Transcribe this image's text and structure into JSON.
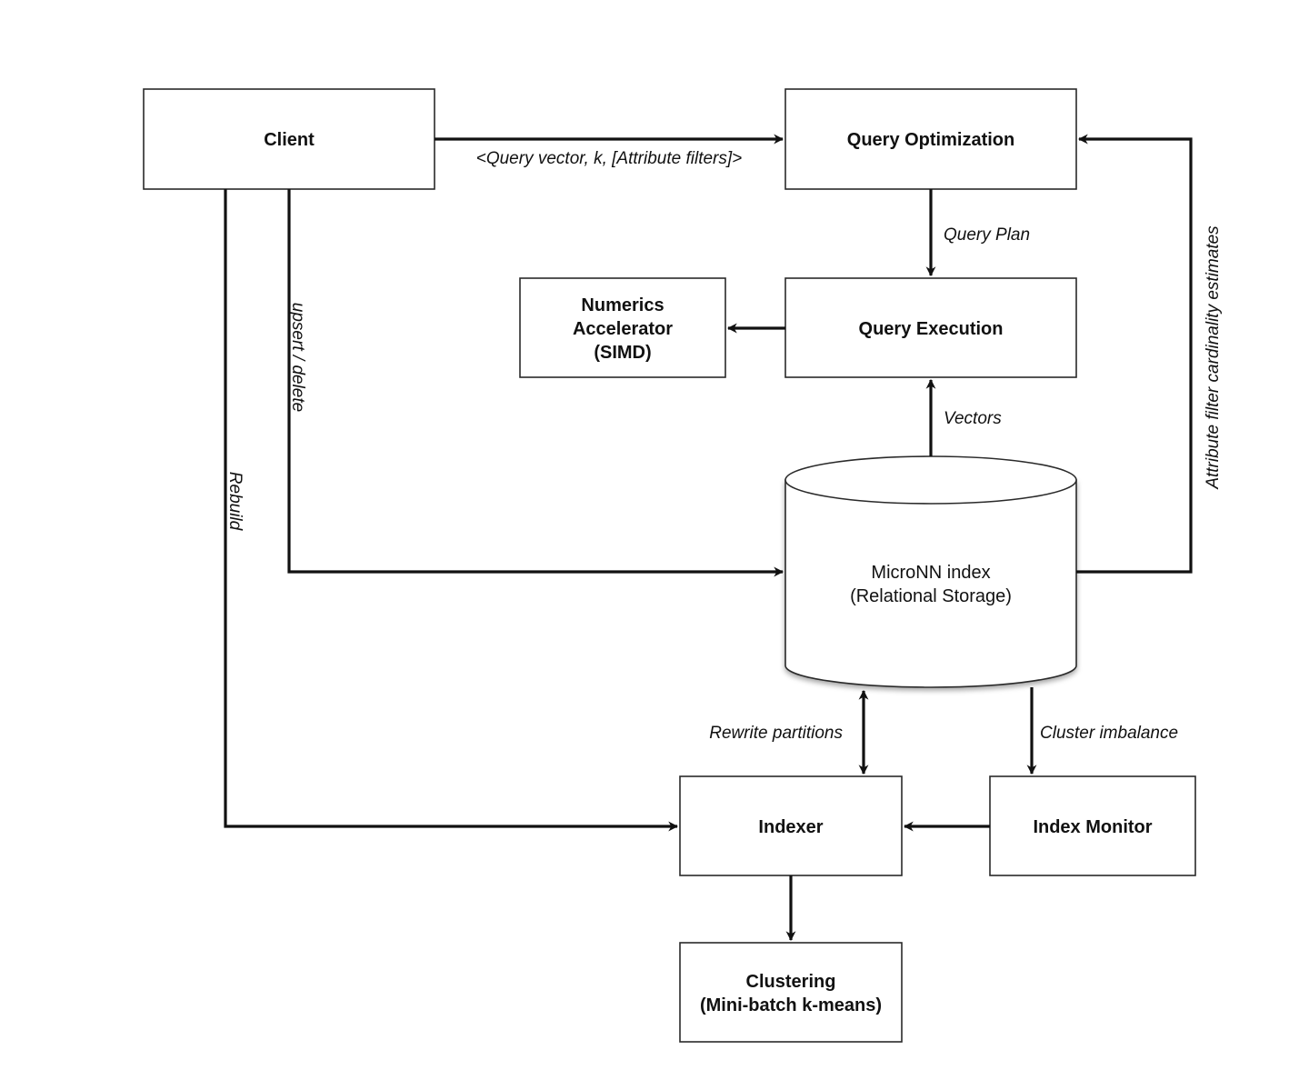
{
  "nodes": {
    "client": "Client",
    "query_optimization": "Query Optimization",
    "query_execution": "Query Execution",
    "numerics_accelerator": [
      "Numerics",
      "Accelerator",
      "(SIMD)"
    ],
    "micronn_index": [
      "MicroNN index",
      "(Relational Storage)"
    ],
    "indexer": "Indexer",
    "index_monitor": "Index Monitor",
    "clustering": [
      "Clustering",
      "(Mini-batch k-means)"
    ]
  },
  "edges": {
    "query_request": "<Query vector, k, [Attribute filters]>",
    "query_plan": "Query Plan",
    "vectors": "Vectors",
    "upsert_delete": "upsert / delete",
    "rebuild": "Rebuild",
    "cardinality_estimates": "Attribute filter cardinality estimates",
    "rewrite_partitions": "Rewrite partitions",
    "cluster_imbalance": "Cluster imbalance"
  }
}
